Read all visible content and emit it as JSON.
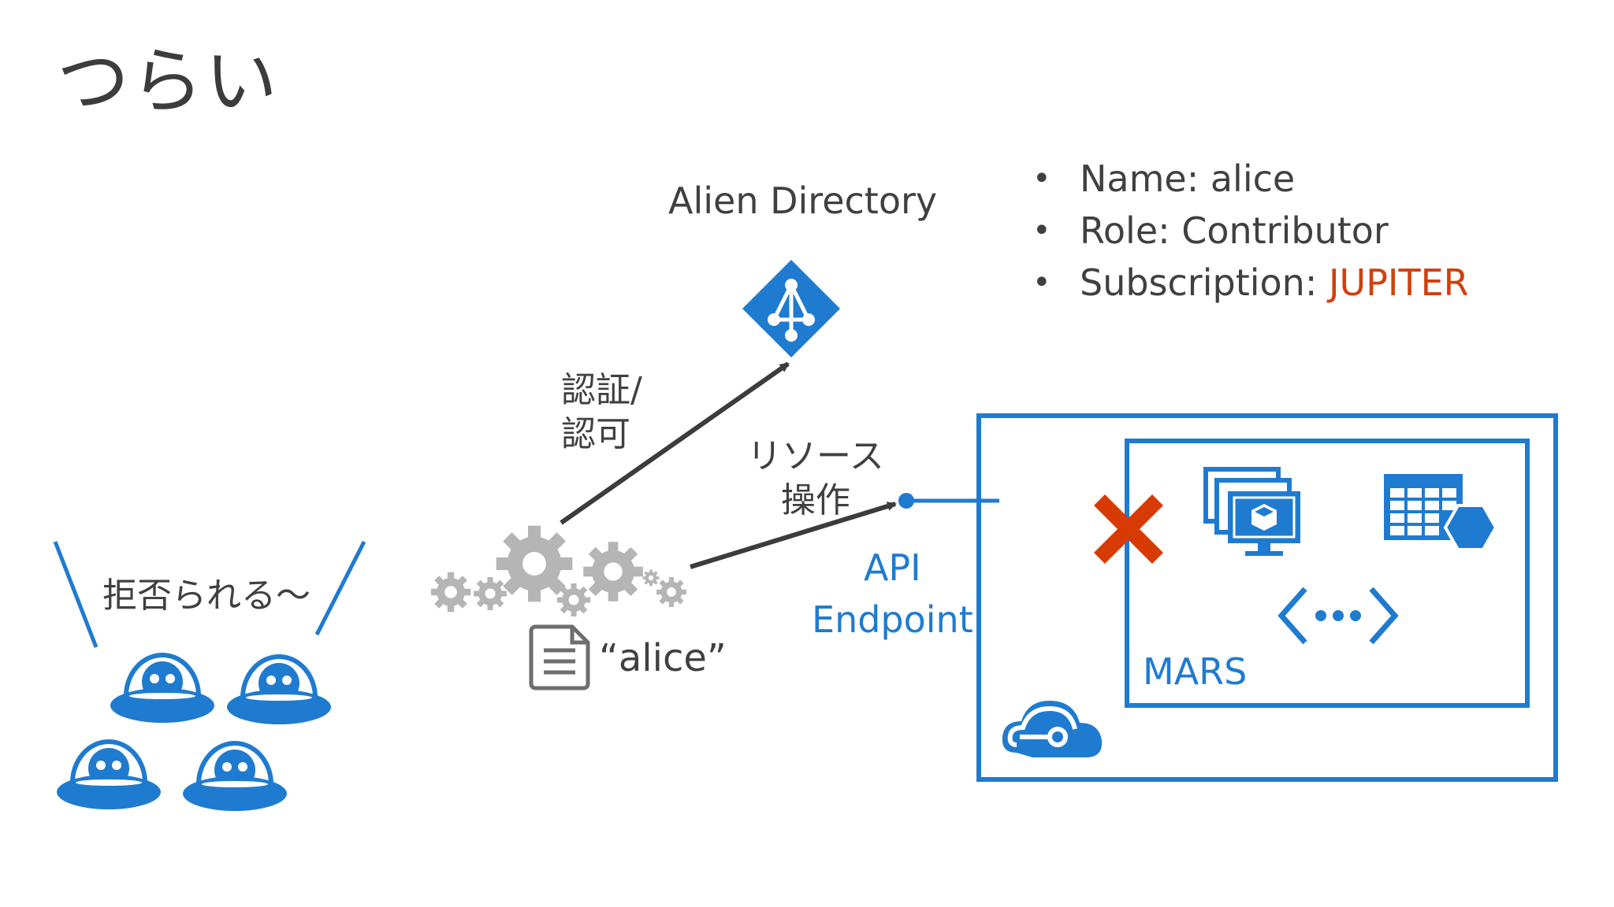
{
  "title": "つらい",
  "directory": {
    "name": "Alien Directory",
    "icon": "azure-ad-icon"
  },
  "claims": [
    {
      "label": "Name: ",
      "value": "alice",
      "highlight": false
    },
    {
      "label": "Role: ",
      "value": "Contributor",
      "highlight": false
    },
    {
      "label": "Subscription: ",
      "value": "JUPITER",
      "highlight": true
    }
  ],
  "auth_label": {
    "line1": "認証/",
    "line2": "認可"
  },
  "resource_label": {
    "line1": "リソース",
    "line2": "操作"
  },
  "api_label": {
    "line1": "API",
    "line2": "Endpoint"
  },
  "rejected_label": "拒否られる～",
  "token_label": "“alice”",
  "subscription_box": {
    "name": "MARS",
    "icons": [
      "virtual-machines-icon",
      "table-storage-icon",
      "virtual-network-icon",
      "cloud-service-icon"
    ],
    "blocked_icon": "red-x-icon"
  },
  "colors": {
    "blue": "#1f7bd0",
    "dark_text": "#404040",
    "red": "#d13f0e",
    "gear": "#b5b5b5",
    "arrow": "#3c3c3c"
  }
}
